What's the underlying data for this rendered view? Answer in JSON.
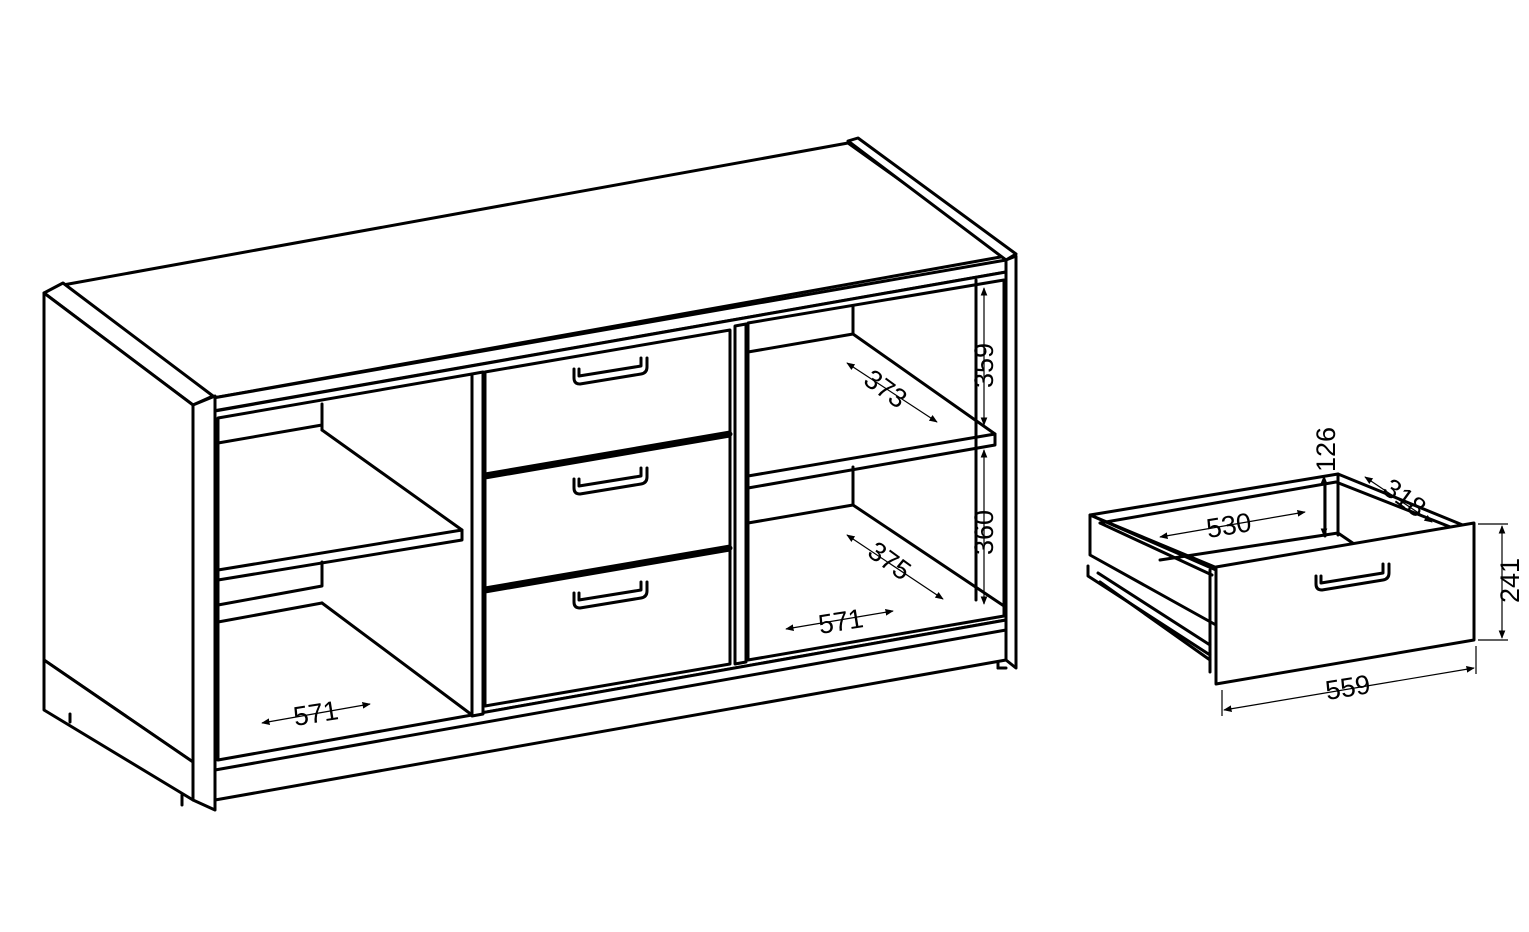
{
  "drawing": {
    "line_color": "#000000",
    "background": "#ffffff"
  },
  "cabinet": {
    "dimensions": {
      "left_bottom_width": "571",
      "right_bottom_width": "571",
      "top_compartment_height": "359",
      "bottom_compartment_height": "360",
      "top_compartment_depth": "373",
      "bottom_compartment_depth": "375"
    }
  },
  "drawer": {
    "dimensions": {
      "inner_width": "530",
      "inner_height": "126",
      "inner_depth": "318",
      "front_height": "241",
      "front_width": "559"
    }
  }
}
